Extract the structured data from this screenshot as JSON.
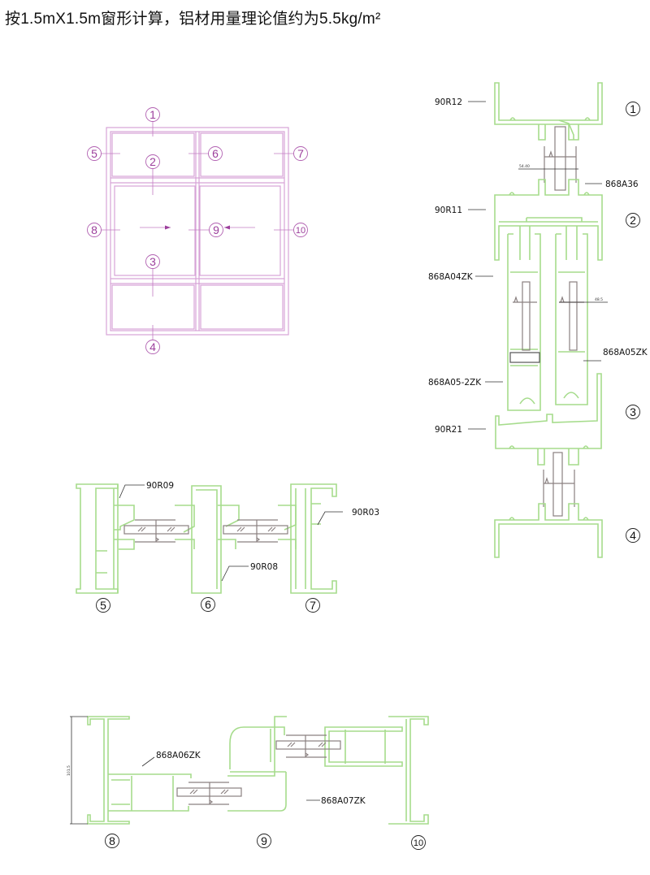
{
  "title": "按1.5mX1.5m窗形计算，铝材用量理论值约为5.5kg/m²",
  "colors": {
    "profile": "#a6dc8c",
    "elevation": "#d7a3d7",
    "markers": "#9c3f9c",
    "glass": "#8a8080"
  },
  "elevation": {
    "markers": [
      "1",
      "2",
      "3",
      "4",
      "5",
      "6",
      "7",
      "8",
      "9",
      "10"
    ]
  },
  "vertical_section": {
    "labels": [
      "90R12",
      "868A36",
      "90R11",
      "868A04ZK",
      "868A05ZK",
      "868A05-2ZK",
      "90R21"
    ],
    "markers": [
      "①",
      "②",
      "③",
      "④"
    ],
    "dimensions": [
      "54.40",
      "48.5"
    ]
  },
  "horizontal_section_upper": {
    "labels": [
      "90R09",
      "90R08",
      "90R03"
    ],
    "markers": [
      "⑤",
      "⑥",
      "⑦"
    ]
  },
  "horizontal_section_lower": {
    "labels": [
      "868A06ZK",
      "868A07ZK"
    ],
    "markers": [
      "⑧",
      "⑨",
      "⑩"
    ],
    "dimensions": [
      "101.5"
    ]
  }
}
